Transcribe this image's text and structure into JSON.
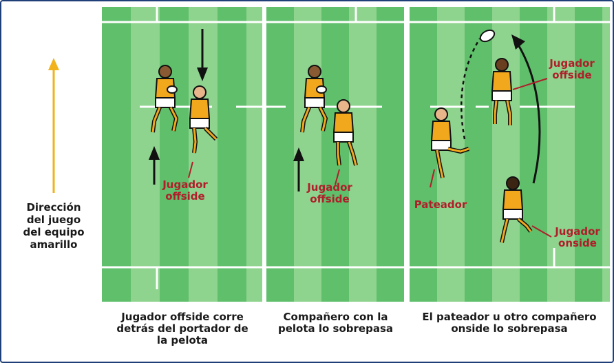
{
  "legend": {
    "direction_text": "Dirección del juego del equipo amarillo"
  },
  "panels": [
    {
      "caption": "Jugador offside corre detrás del portador de la pelota",
      "labels": {
        "offside": "Jugador offside"
      }
    },
    {
      "caption": "Compañero con la pelota lo sobrepasa",
      "labels": {
        "offside": "Jugador offside"
      }
    },
    {
      "caption": "El pateador u otro compañero onside lo sobrepasa",
      "labels": {
        "offside": "Jugador offside",
        "kicker": "Pateador",
        "onside": "Jugador onside"
      }
    }
  ],
  "colors": {
    "pitch_light": "#8ed38e",
    "pitch_dark": "#5fbf6b",
    "jersey": "#f2a81d",
    "label": "#b01e2a",
    "frame": "#1f3f78",
    "direction_arrow": "#f2b21c"
  }
}
